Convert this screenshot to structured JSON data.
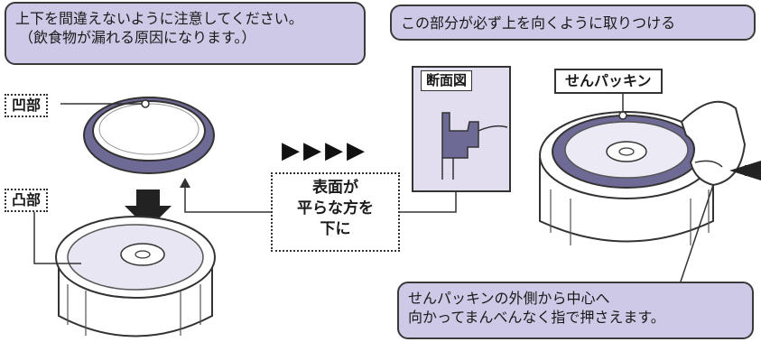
{
  "callouts": {
    "top_left": {
      "line1": "上下を間違えないように注意してください。",
      "line2": "（飲食物が漏れる原因になります。）"
    },
    "top_right": "この部分が必ず上を向くように取りつける",
    "bottom_right": {
      "line1": "せんパッキンの外側から中心へ",
      "line2": "向かってまんべんなく指で押さえます。"
    }
  },
  "labels": {
    "concave": "凹部",
    "convex": "凸部",
    "gasket": "せんパッキン",
    "cross_section": "断面図"
  },
  "note": {
    "line1": "表面が",
    "line2": "平らな方を",
    "line3": "下に"
  },
  "icons": {
    "step_arrows": "▶▶▶▶"
  },
  "colors": {
    "callout_fill": "#cdc9e6",
    "gasket_color": "#6e6a96",
    "outline": "#333333"
  }
}
